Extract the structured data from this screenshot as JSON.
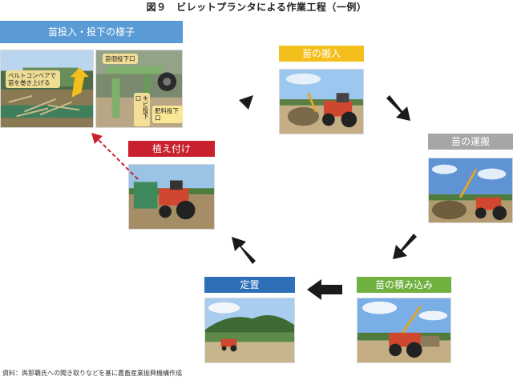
{
  "title": "図９　ビレットプランタによる作業工程（一例）",
  "panel": {
    "header": "苗投入・投下の様子",
    "callouts": {
      "belt": "ベルトコンベアで\n苗を巻き上げる",
      "seedling_drop": "苗個投下口",
      "cane_drop": "キビ投下口",
      "fertilizer_drop": "肥料投下口"
    }
  },
  "steps": {
    "transport_in": "苗の搬入",
    "carry": "苗の運搬",
    "loading": "苗の積み込み",
    "placement": "定置",
    "planting": "植え付け"
  },
  "colors": {
    "yellow": "#f2bf1d",
    "gray": "#a6a6a6",
    "green": "#6fb03e",
    "blue": "#2e6fb7",
    "red": "#c8202d",
    "panel_header": "#5b9bd5",
    "arrow": "#1a1a1a",
    "dashed_arrow": "#c8202d"
  },
  "source": "資料：與那覇氏への聞き取りなどを基に農畜産業振興機構作成"
}
